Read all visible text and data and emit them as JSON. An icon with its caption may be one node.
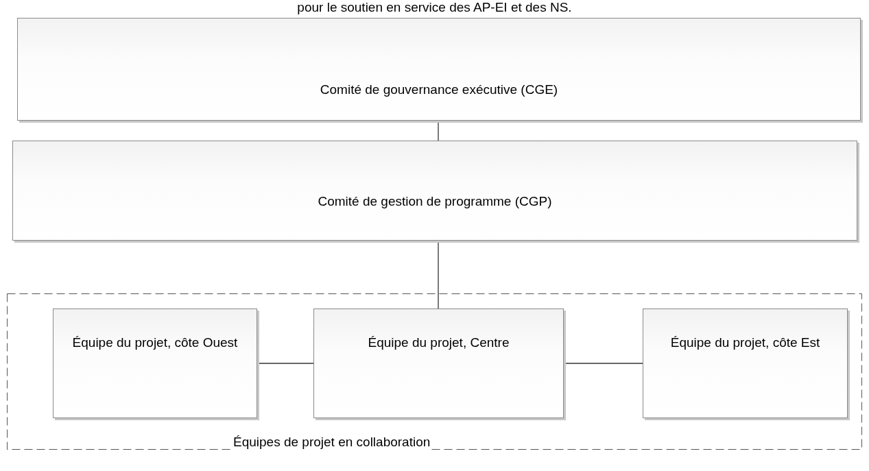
{
  "diagram": {
    "title": "pour le soutien en service des AP-EI et des NS.",
    "nodes": [
      {
        "text": [
          "Comité de gouvernance exécutive (CGE)"
        ]
      },
      {
        "text": [
          "Comité de gestion de programme (CGP)"
        ]
      },
      {
        "text": [
          "Équipes de projet en collaboration"
        ]
      },
      {
        "text": [
          "Équipe du projet, côte Ouest"
        ],
        "in": 2
      },
      {
        "text": [
          "Équipe du projet, Centre"
        ],
        "in": 2
      },
      {
        "text": [
          "Équipe du projet, côte Est"
        ],
        "in": 2
      }
    ],
    "edges": [
      {
        "from": 0,
        "to": 1,
        "arrow": "none"
      },
      {
        "from": 4,
        "to": 1,
        "arrow": "none"
      },
      {
        "from": 3,
        "to": 4,
        "arrow": "none"
      },
      {
        "from": 4,
        "to": 5,
        "arrow": "none"
      }
    ]
  }
}
